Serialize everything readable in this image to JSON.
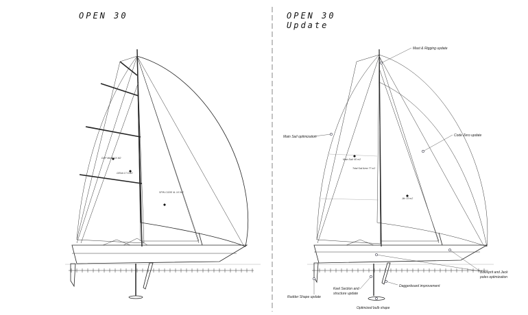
{
  "left": {
    "title": "OPEN 30",
    "sail_labels": [
      "DUP MAIN XX M2",
      "GENA 17.5 M2",
      "SPIN CODE 4L XX M2"
    ]
  },
  "right": {
    "title_line1": "OPEN 30",
    "title_line2": "Update",
    "sail_labels": [
      "Main Sail: 60 m2",
      "Total Sail Area 77 m2",
      "Jib: 33 m2"
    ],
    "annotations": {
      "mast": "Mast & Rigging update",
      "main": "Main Sail optimization",
      "code": "Code Zero update",
      "bowsprit_1": "Bowsprit and Jack",
      "bowsprit_2": "poles optimization",
      "dagger": "Daggerboard improvement",
      "keel_1": "Keel Section and",
      "keel_2": "structure update",
      "rudder": "Rudder Shape update",
      "bulb": "Optimized bulb shape"
    }
  }
}
